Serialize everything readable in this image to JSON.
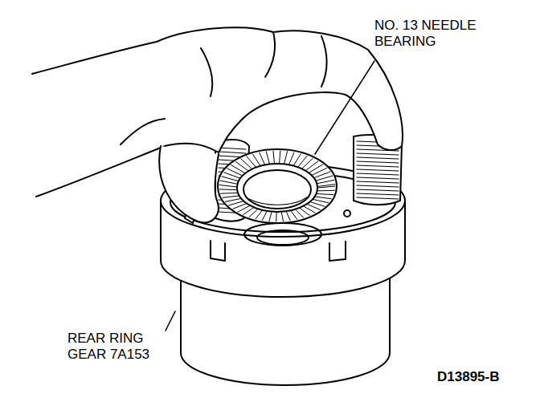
{
  "diagram": {
    "labels": [
      "NO. 13 NEEDLE BEARING",
      "REAR RING GEAR 7A153",
      "D13895-B"
    ]
  }
}
